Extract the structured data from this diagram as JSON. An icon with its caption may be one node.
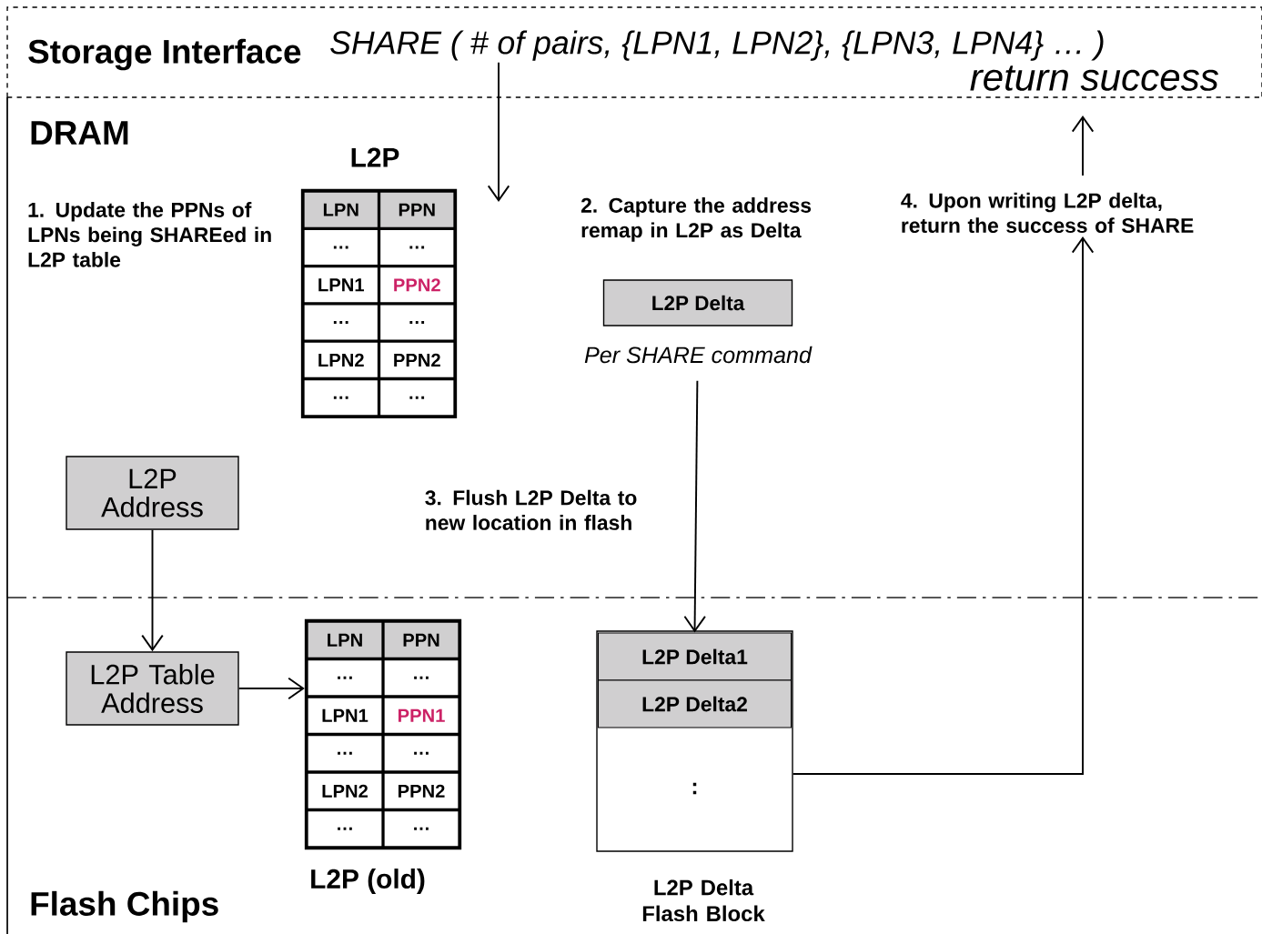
{
  "diagram": {
    "nodes": [
      {
        "text": [
          "Storage Interface"
        ]
      },
      {
        "text": [
          "SHARE ( # of pairs, {LPN1, LPN2}, {LPN3, LPN4} … )"
        ],
        "in": 0
      },
      {
        "text": [
          "return success"
        ],
        "in": 0
      },
      {
        "text": [
          "DRAM"
        ]
      },
      {
        "text": [
          "L2P"
        ],
        "in": 3
      },
      {
        "text": [
          "LPN"
        ],
        "in": 4
      },
      {
        "text": [
          "PPN"
        ],
        "in": 4
      },
      {
        "text": [
          "…"
        ],
        "in": 4
      },
      {
        "text": [
          "…"
        ],
        "in": 4
      },
      {
        "text": [
          "LPN1"
        ],
        "in": 4
      },
      {
        "text": [
          "PPN2"
        ],
        "in": 4
      },
      {
        "text": [
          "…"
        ],
        "in": 4
      },
      {
        "text": [
          "…"
        ],
        "in": 4
      },
      {
        "text": [
          "LPN2"
        ],
        "in": 4
      },
      {
        "text": [
          "PPN2"
        ],
        "in": 4
      },
      {
        "text": [
          "…"
        ],
        "in": 4
      },
      {
        "text": [
          "…"
        ],
        "in": 4
      },
      {
        "text": [
          "L2P Delta"
        ],
        "beside": [
          "Per SHARE command"
        ],
        "in": 3
      },
      {
        "text": [
          "4. Upon writing L2P delta, return the success of SHARE"
        ],
        "in": 3
      },
      {
        "text": [
          "L2P Address"
        ],
        "in": 3
      },
      {
        "text": [
          "Flash Chips"
        ]
      },
      {
        "text": [
          "L2P Table Address"
        ],
        "in": 20
      },
      {
        "text": [
          "L2P (old)"
        ],
        "in": 20
      },
      {
        "text": [
          "LPN"
        ],
        "in": 22
      },
      {
        "text": [
          "PPN"
        ],
        "in": 22
      },
      {
        "text": [
          "…"
        ],
        "in": 22
      },
      {
        "text": [
          "…"
        ],
        "in": 22
      },
      {
        "text": [
          "LPN1"
        ],
        "in": 22
      },
      {
        "text": [
          "PPN1"
        ],
        "in": 22
      },
      {
        "text": [
          "…"
        ],
        "in": 22
      },
      {
        "text": [
          "…"
        ],
        "in": 22
      },
      {
        "text": [
          "LPN2"
        ],
        "in": 22
      },
      {
        "text": [
          "PPN2"
        ],
        "in": 22
      },
      {
        "text": [
          "…"
        ],
        "in": 22
      },
      {
        "text": [
          "…"
        ],
        "in": 22
      },
      {
        "text": [
          "L2P Delta Flash Block"
        ],
        "in": 20
      },
      {
        "text": [
          "L2P Delta1"
        ],
        "in": 35
      },
      {
        "text": [
          "L2P Delta2"
        ],
        "in": 35
      },
      {
        "text": [
          ":"
        ],
        "in": 35
      }
    ],
    "edges": [
      {
        "from": 1,
        "to": null,
        "arrow": "to"
      },
      {
        "from": 35,
        "to": 18,
        "arrow": "to"
      },
      {
        "from": 18,
        "to": 2,
        "arrow": "to"
      },
      {
        "from": 17,
        "to": 36,
        "arrow": "to",
        "label": "3. Flush L2P Delta to new location in flash"
      },
      {
        "from": 19,
        "to": 21,
        "arrow": "to"
      },
      {
        "from": 21,
        "to": 22,
        "arrow": "to"
      }
    ],
    "labels": [
      "1. Update the PPNs of LPNs being SHAREed in L2P table",
      "2. Capture the address remap in L2P as Delta"
    ]
  }
}
